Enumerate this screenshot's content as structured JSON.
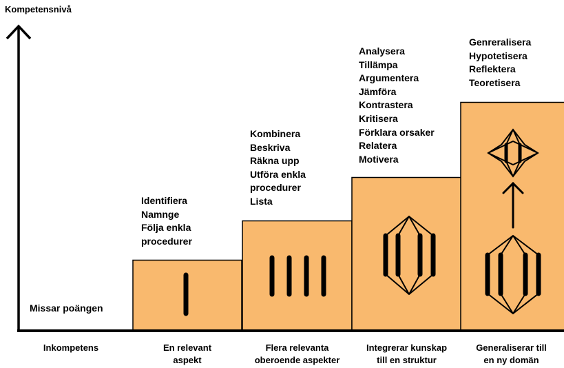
{
  "axis": {
    "y_label": "Kompetensnivå"
  },
  "colors": {
    "step_fill": "#f9b96e",
    "stroke": "#000000"
  },
  "levels": [
    {
      "category": "Inkompetens",
      "verbs": [
        "Missar poängen"
      ],
      "icon": "none"
    },
    {
      "category": "En relevant\naspekt",
      "verbs": [
        "Identifiera",
        "Namnge",
        "Följa enkla",
        "procedurer"
      ],
      "icon": "single-bar-icon"
    },
    {
      "category": "Flera relevanta\noberoende aspekter",
      "verbs": [
        "Kombinera",
        "Beskriva",
        "Räkna upp",
        "Utföra enkla",
        "procedurer",
        "Lista"
      ],
      "icon": "four-bars-icon"
    },
    {
      "category": "Integrerar kunskap\ntill en struktur",
      "verbs": [
        "Analysera",
        "Tillämpa",
        "Argumentera",
        "Jämföra",
        "Kontrastera",
        "Kritisera",
        "Förklara orsaker",
        "Relatera",
        "Motivera"
      ],
      "icon": "integrated-structure-icon"
    },
    {
      "category": "Generaliserar till\nen ny domän",
      "verbs": [
        "Genreralisera",
        "Hypotetisera",
        "Reflektera",
        "Teoretisera"
      ],
      "icon": "generalized-structure-icon"
    }
  ]
}
